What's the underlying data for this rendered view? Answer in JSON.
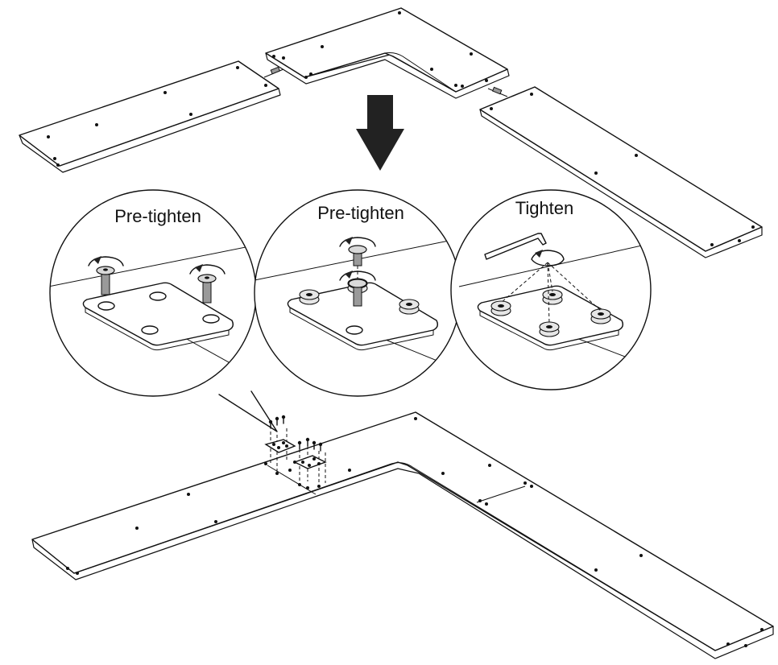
{
  "steps": [
    {
      "label": "Pre-tighten"
    },
    {
      "label": "Pre-tighten"
    },
    {
      "label": "Tighten"
    }
  ]
}
